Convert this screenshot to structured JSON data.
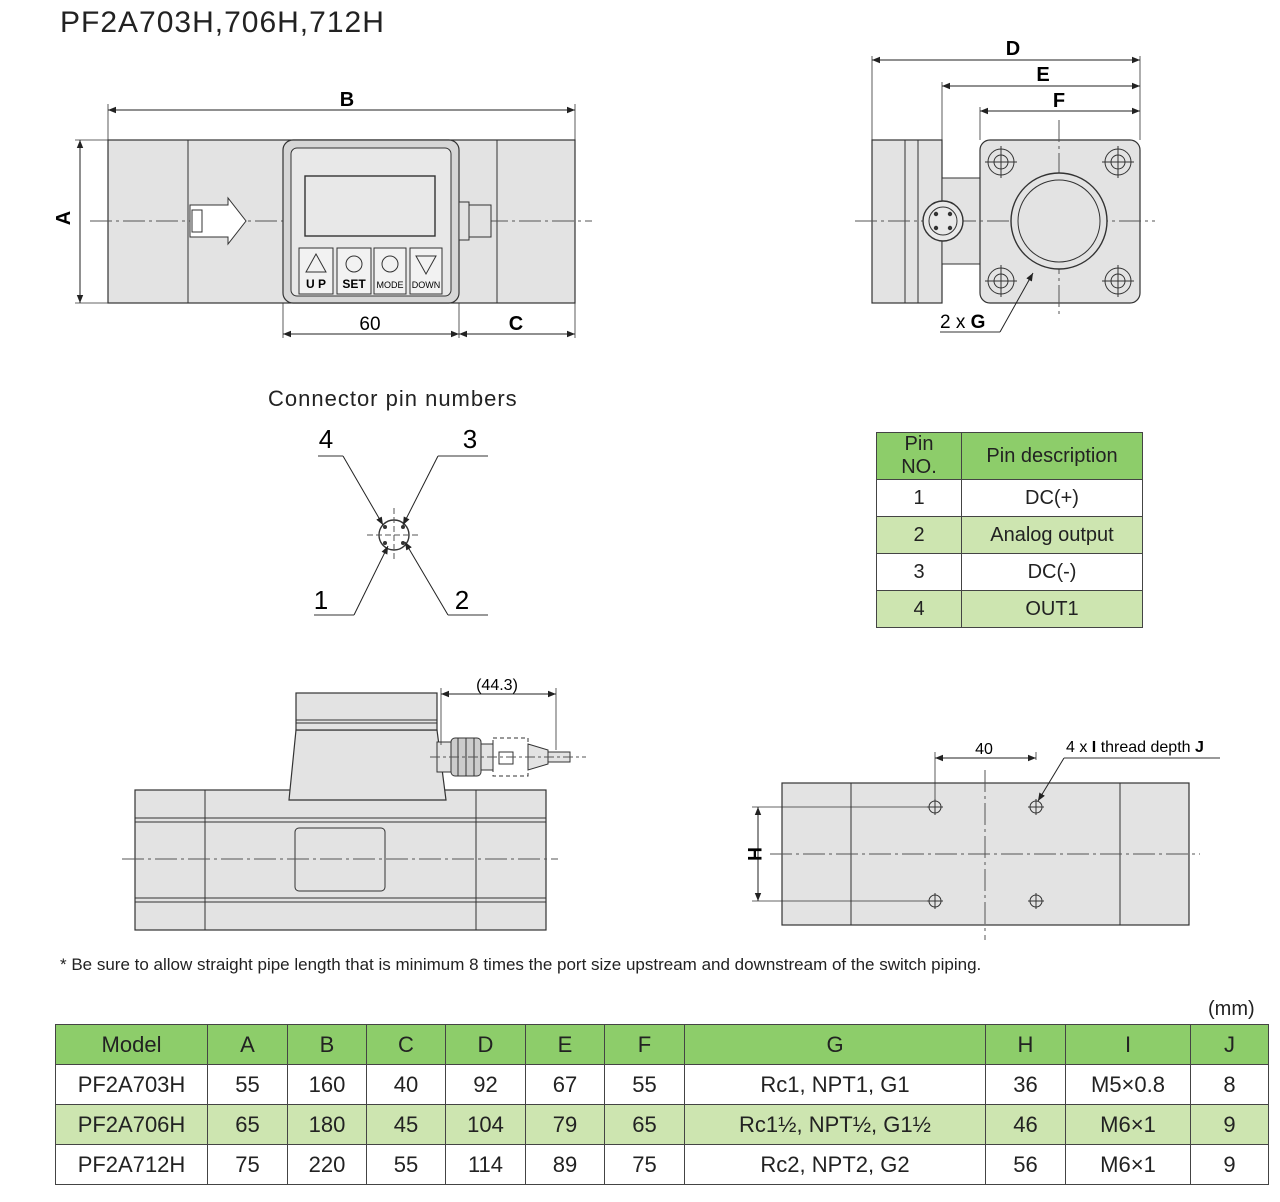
{
  "title": "PF2A703H,706H,712H",
  "front_view": {
    "dim_B": "B",
    "dim_A": "A",
    "dim_60": "60",
    "dim_C": "C",
    "btn_up": "U P",
    "btn_set": "SET",
    "btn_mode": "MODE",
    "btn_down": "DOWN"
  },
  "side_view": {
    "dim_D": "D",
    "dim_E": "E",
    "dim_F": "F",
    "label_2xG_prefix": "2 x ",
    "label_2xG_bold": "G"
  },
  "connector": {
    "heading": "Connector pin numbers",
    "pin4": "4",
    "pin3": "3",
    "pin1": "1",
    "pin2": "2"
  },
  "pin_table": {
    "headers": [
      "Pin NO.",
      "Pin description"
    ],
    "rows": [
      [
        "1",
        "DC(+)"
      ],
      [
        "2",
        "Analog output"
      ],
      [
        "3",
        "DC(-)"
      ],
      [
        "4",
        "OUT1"
      ]
    ]
  },
  "lower_left": {
    "dim_44": "(44.3)"
  },
  "lower_right": {
    "dim_40": "40",
    "dim_H": "H",
    "thread_prefix": "4 x ",
    "thread_I": "I",
    "thread_mid": " thread depth ",
    "thread_J": "J"
  },
  "note": "* Be sure to allow straight pipe length that is minimum 8 times the port size upstream and downstream of the switch piping.",
  "unit": "(mm)",
  "spec_table": {
    "headers": [
      "Model",
      "A",
      "B",
      "C",
      "D",
      "E",
      "F",
      "G",
      "H",
      "I",
      "J"
    ],
    "rows": [
      [
        "PF2A703H",
        "55",
        "160",
        "40",
        "92",
        "67",
        "55",
        "Rc1, NPT1, G1",
        "36",
        "M5×0.8",
        "8"
      ],
      [
        "PF2A706H",
        "65",
        "180",
        "45",
        "104",
        "79",
        "65",
        "Rc1½, NPT½, G1½",
        "46",
        "M6×1",
        "9"
      ],
      [
        "PF2A712H",
        "75",
        "220",
        "55",
        "114",
        "89",
        "75",
        "Rc2, NPT2, G2",
        "56",
        "M6×1",
        "9"
      ]
    ]
  }
}
